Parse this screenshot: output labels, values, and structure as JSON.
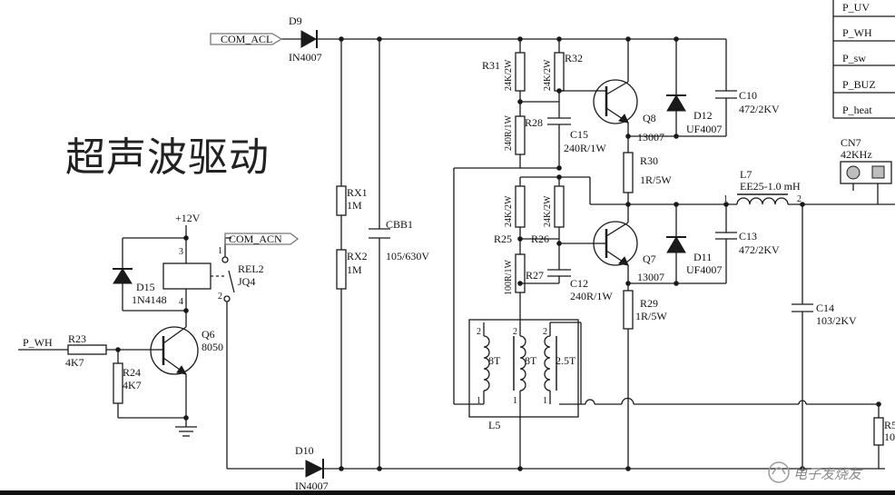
{
  "title": "超声波驱动",
  "nets": {
    "com_acl": "COM_ACL",
    "com_acn": "COM_ACN",
    "p_uv": "P_UV",
    "p_wh": "P_WH",
    "p_sw": "P_sw",
    "p_buz": "P_BUZ",
    "p_heat": "P_heat",
    "p_wh_in": "P_WH",
    "vcc": "+12V"
  },
  "parts": {
    "d9": {
      "ref": "D9",
      "val": "IN4007"
    },
    "d10": {
      "ref": "D10",
      "val": "IN4007"
    },
    "rx1": {
      "ref": "RX1",
      "val": "1M"
    },
    "rx2": {
      "ref": "RX2",
      "val": "1M"
    },
    "cbb1": {
      "ref": "CBB1",
      "val": "105/630V"
    },
    "r31": {
      "ref": "R31",
      "val": "24K/2W"
    },
    "r32": {
      "ref": "R32",
      "val": "24K/2W"
    },
    "r28": {
      "ref": "R28",
      "val": "240R/1W"
    },
    "c15": {
      "ref": "C15",
      "val": "240R/1W"
    },
    "q8": {
      "ref": "Q8",
      "val": "13007"
    },
    "d12": {
      "ref": "D12",
      "val": "UF4007"
    },
    "c10": {
      "ref": "C10",
      "val": "472/2KV"
    },
    "r30": {
      "ref": "R30",
      "val": "1R/5W"
    },
    "l7": {
      "ref": "L7",
      "val": "EE25-1.0 mH"
    },
    "r25": {
      "ref": "R25",
      "val": "24K/2W"
    },
    "r26": {
      "ref": "R26",
      "val": "24K/2W"
    },
    "r27": {
      "ref": "R27",
      "val": "100R/1W"
    },
    "c12": {
      "ref": "C12",
      "val": "240R/1W"
    },
    "q7": {
      "ref": "Q7",
      "val": "13007"
    },
    "d11": {
      "ref": "D11",
      "val": "UF4007"
    },
    "c13": {
      "ref": "C13",
      "val": "472/2KV"
    },
    "r29": {
      "ref": "R29",
      "val": "1R/5W"
    },
    "c14": {
      "ref": "C14",
      "val": "103/2KV"
    },
    "cn7": {
      "ref": "CN7",
      "val": "42KHz"
    },
    "l5": {
      "ref": "L5",
      "w1": "8T",
      "w2": "8T",
      "w3": "2.5T"
    },
    "rel2": {
      "ref": "REL2",
      "val": "JQ4"
    },
    "d15": {
      "ref": "D15",
      "val": "1N4148"
    },
    "q6": {
      "ref": "Q6",
      "val": "8050"
    },
    "r23": {
      "ref": "R23",
      "val": "4K7"
    },
    "r24": {
      "ref": "R24",
      "val": "4K7"
    },
    "r5x": {
      "ref": "R5",
      "val": "10"
    }
  },
  "pins": {
    "one": "1",
    "two": "2",
    "three": "3",
    "four": "4"
  },
  "watermark": "电子发烧友"
}
